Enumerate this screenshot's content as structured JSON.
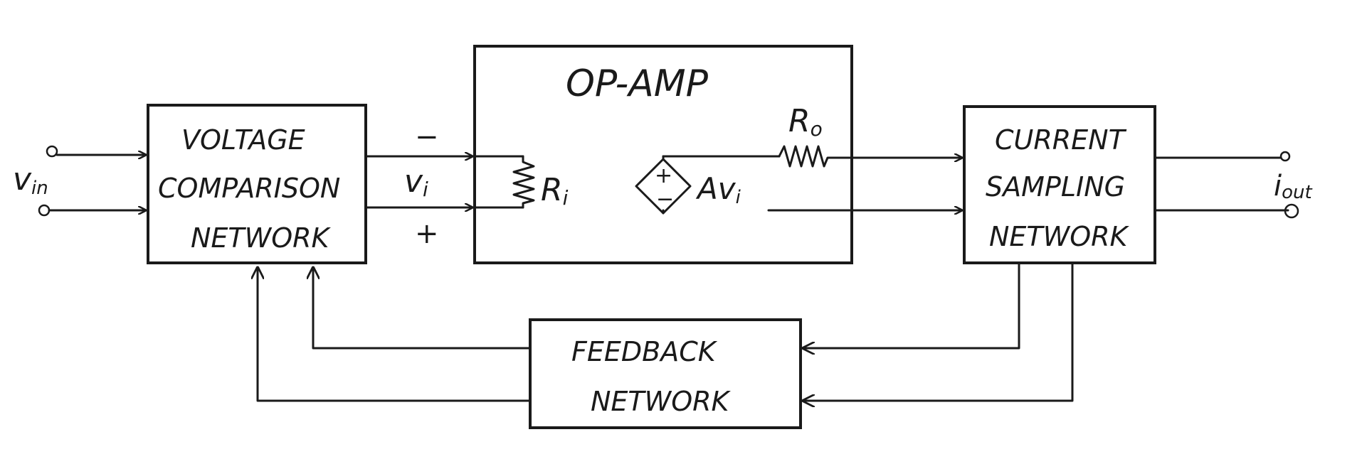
{
  "colors": {
    "ink": "#1a1a1a",
    "paper": "#ffffff"
  },
  "blocks": {
    "voltage_comparison": [
      "VOLTAGE",
      "COMPARISON",
      "NETWORK"
    ],
    "op_amp": "OP-AMP",
    "current_sampling": [
      "CURRENT",
      "SAMPLING",
      "NETWORK"
    ],
    "feedback": [
      "FEEDBACK",
      "NETWORK"
    ]
  },
  "labels": {
    "vin": "v",
    "vin_sub": "in",
    "vi": "v",
    "vi_sub": "i",
    "minus": "−",
    "plus": "+",
    "ri": "R",
    "ri_sub": "i",
    "ro": "R",
    "ro_sub": "o",
    "gain": "Av",
    "gain_sub": "i",
    "source_plus": "+",
    "source_minus": "−",
    "iout": "i",
    "iout_sub": "out"
  },
  "icons": [
    "resistor-icon",
    "dependent-voltage-source-icon",
    "arrow-icon",
    "terminal-icon"
  ]
}
